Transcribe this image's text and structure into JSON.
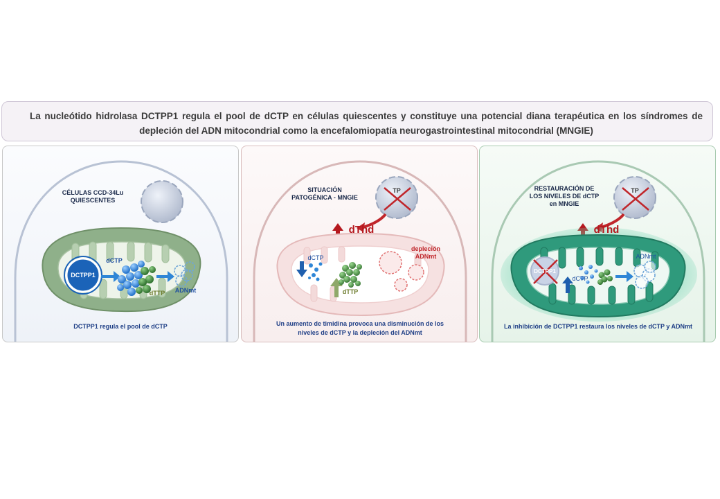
{
  "title": "La nucleótido hidrolasa DCTPP1 regula el pool de dCTP en células quiescentes y constituye una potencial diana terapéutica en los síndromes de depleción del ADN mitocondrial como la encefalomiopatía neurogastrointestinal mitocondrial (MNGIE)",
  "panel1": {
    "cell_label_1": "CÉLULAS CCD-34Lu",
    "cell_label_2": "QUIESCENTES",
    "enzyme": "DCTPP1",
    "dctp": "dCTP",
    "dttp": "dTTP",
    "adnmt": "ADNmt",
    "caption": "DCTPP1 regula el pool de dCTP"
  },
  "panel2": {
    "label_1": "SITUACIÓN",
    "label_2": "PATOGÉNICA - MNGIE",
    "tp": "TP",
    "dthd": "dThd",
    "dctp": "dCTP",
    "dttp": "dTTP",
    "depletion_1": "depleción",
    "depletion_2": "ADNmt",
    "caption_1": "Un aumento de timidina provoca una disminución de los",
    "caption_2": "niveles de dCTP y la depleción  del ADNmt"
  },
  "panel3": {
    "label_1": "RESTAURACIÓN DE",
    "label_2": "LOS NIVELES DE dCTP",
    "label_3": "en MNGIE",
    "tp": "TP",
    "dthd": "dThd",
    "enzyme_inhibited": "DCTPP1",
    "dctp": "dCTP",
    "adnmt": "ADNmt",
    "caption": "La inhibición de DCTPP1 restaura los niveles de dCTP y ADNmt"
  },
  "colors": {
    "mito_green": "#97b892",
    "mito_red": "#f3d9d9",
    "mito_teal": "#2f9a7c",
    "dctp_blue": "#2f86d6",
    "dttp_green": "#3f8a3c",
    "dthd_red": "#b5181e",
    "caption_blue": "#1f3f86"
  }
}
